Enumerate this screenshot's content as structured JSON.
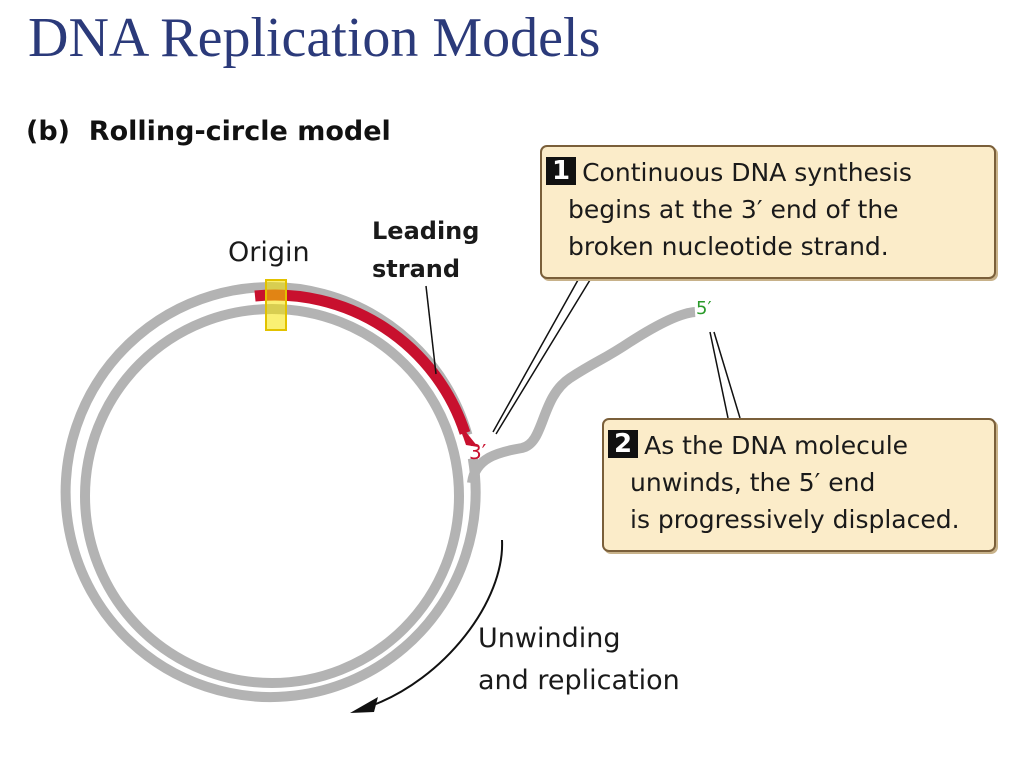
{
  "title": "DNA Replication Models",
  "figure_label": "(b)  Rolling-circle model",
  "labels": {
    "origin": "Origin",
    "leading_1": "Leading",
    "leading_2": "strand",
    "three_prime": "3′",
    "five_prime": "5′",
    "unwind_1": "Unwinding",
    "unwind_2": "and replication"
  },
  "callouts": [
    {
      "number": "1",
      "lines": [
        "Continuous DNA synthesis",
        "begins at the 3′ end of the",
        "broken nucleotide strand."
      ]
    },
    {
      "number": "2",
      "lines": [
        "As the DNA molecule",
        "unwinds, the 5′ end",
        "is progressively displaced."
      ]
    }
  ],
  "colors": {
    "title": "#2b3a7a",
    "dna_strand": "#b3b3b3",
    "leading_strand": "#c8102e",
    "origin_marker": "#f5e400",
    "three_prime_label": "#c8102e",
    "five_prime_label": "#2a9a2a",
    "callout_fill": "#fbecc9"
  }
}
